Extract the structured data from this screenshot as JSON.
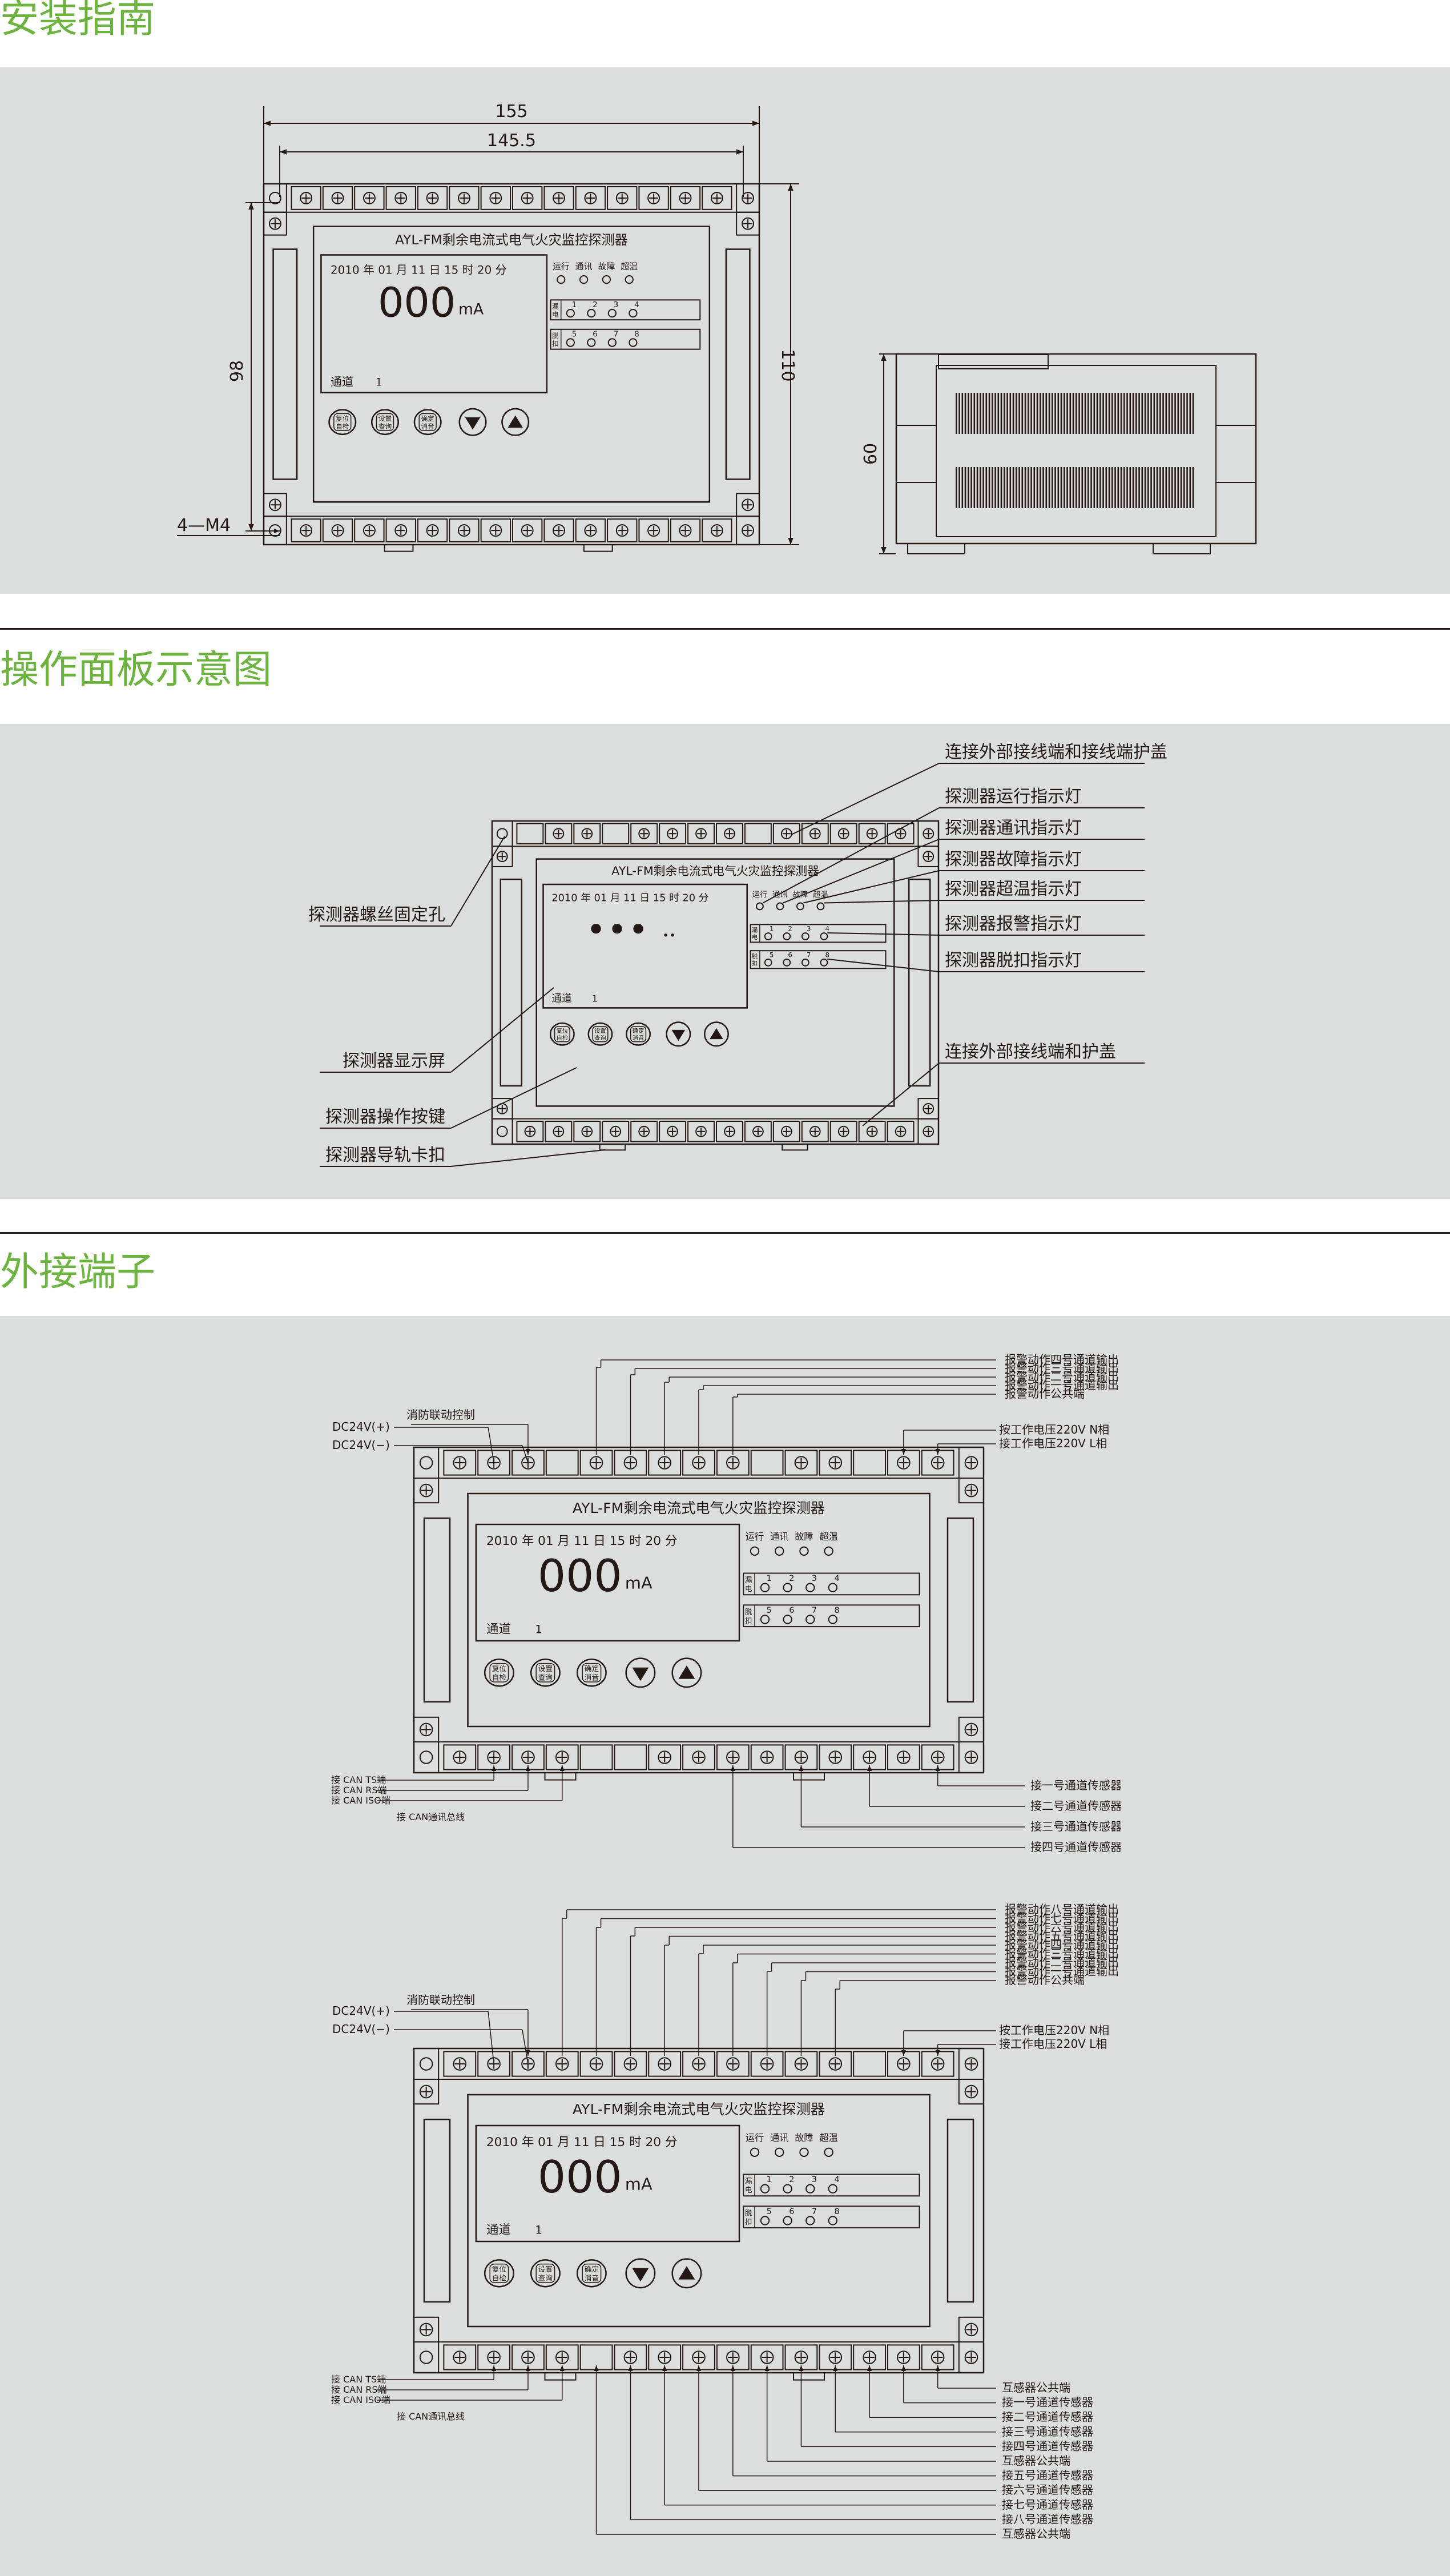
{
  "sections": [
    {
      "title": "安装指南"
    },
    {
      "title": "操作面板示意图"
    },
    {
      "title": "外接端子"
    }
  ],
  "device": {
    "name": "AYL-FM剩余电流式电气火灾监控探测器",
    "datetime": "2010 年 01 月 11 日 15 时 20 分",
    "reading": "000",
    "unit": "mA",
    "channel_label": "通道",
    "channel_value": "1",
    "status_labels": [
      "运行",
      "通讯",
      "故障",
      "超温"
    ],
    "row1_tag": "漏电",
    "row2_tag": "脱扣",
    "row1_numbers": [
      "1",
      "2",
      "3",
      "4"
    ],
    "row2_numbers": [
      "5",
      "6",
      "7",
      "8"
    ],
    "buttons": [
      {
        "line1": "复位",
        "line2": "自检"
      },
      {
        "line1": "设置",
        "line2": "查询"
      },
      {
        "line1": "确定",
        "line2": "消音"
      }
    ]
  },
  "dimensions": {
    "width_outer": "155",
    "width_inner": "145.5",
    "height_inner": "98",
    "height_outer": "110",
    "depth": "60",
    "screw": "4—M4"
  },
  "panel_labels": {
    "top_cover": "连接外部接线端和接线端护盖",
    "run_led": "探测器运行指示灯",
    "comm_led": "探测器通讯指示灯",
    "fault_led": "探测器故障指示灯",
    "temp_led": "探测器超温指示灯",
    "alarm_led": "探测器报警指示灯",
    "trip_led": "探测器脱扣指示灯",
    "bottom_cover": "连接外部接线端和护盖",
    "screw_hole": "探测器螺丝固定孔",
    "display": "探测器显示屏",
    "keys": "探测器操作按键",
    "rail_clip": "探测器导轨卡扣"
  },
  "terminals4": {
    "top_right": [
      "报警动作四号通道输出",
      "报警动作三号通道输出",
      "报警动作二号通道输出",
      "报警动作一号通道输出",
      "报警动作公共端"
    ],
    "power": [
      "按工作电压220V N相",
      "接工作电压220V L相"
    ],
    "dc": [
      "DC24V(+)",
      "DC24V(−)"
    ],
    "fire_link": "消防联动控制",
    "can": [
      "接 CAN TS端",
      "接 CAN RS端",
      "接 CAN ISO端"
    ],
    "can_bus": "接 CAN通讯总线",
    "sensors": [
      "接一号通道传感器",
      "接二号通道传感器",
      "接三号通道传感器",
      "接四号通道传感器"
    ]
  },
  "terminals8": {
    "top_right": [
      "报警动作八号通道输出",
      "报警动作七号通道输出",
      "报警动作六号通道输出",
      "报警动作五号通道输出",
      "报警动作四号通道输出",
      "报警动作三号通道输出",
      "报警动作二号通道输出",
      "报警动作一号通道输出",
      "报警动作公共端"
    ],
    "power": [
      "按工作电压220V N相",
      "接工作电压220V L相"
    ],
    "dc": [
      "DC24V(+)",
      "DC24V(−)"
    ],
    "fire_link": "消防联动控制",
    "can": [
      "接 CAN TS端",
      "接 CAN RS端",
      "接 CAN ISO端"
    ],
    "can_bus": "接 CAN通讯总线",
    "sensors": [
      "互感器公共端",
      "接一号通道传感器",
      "接二号通道传感器",
      "接三号通道传感器",
      "接四号通道传感器",
      "互感器公共端",
      "接五号通道传感器",
      "接六号通道传感器",
      "接七号通道传感器",
      "接八号通道传感器",
      "互感器公共端"
    ]
  }
}
